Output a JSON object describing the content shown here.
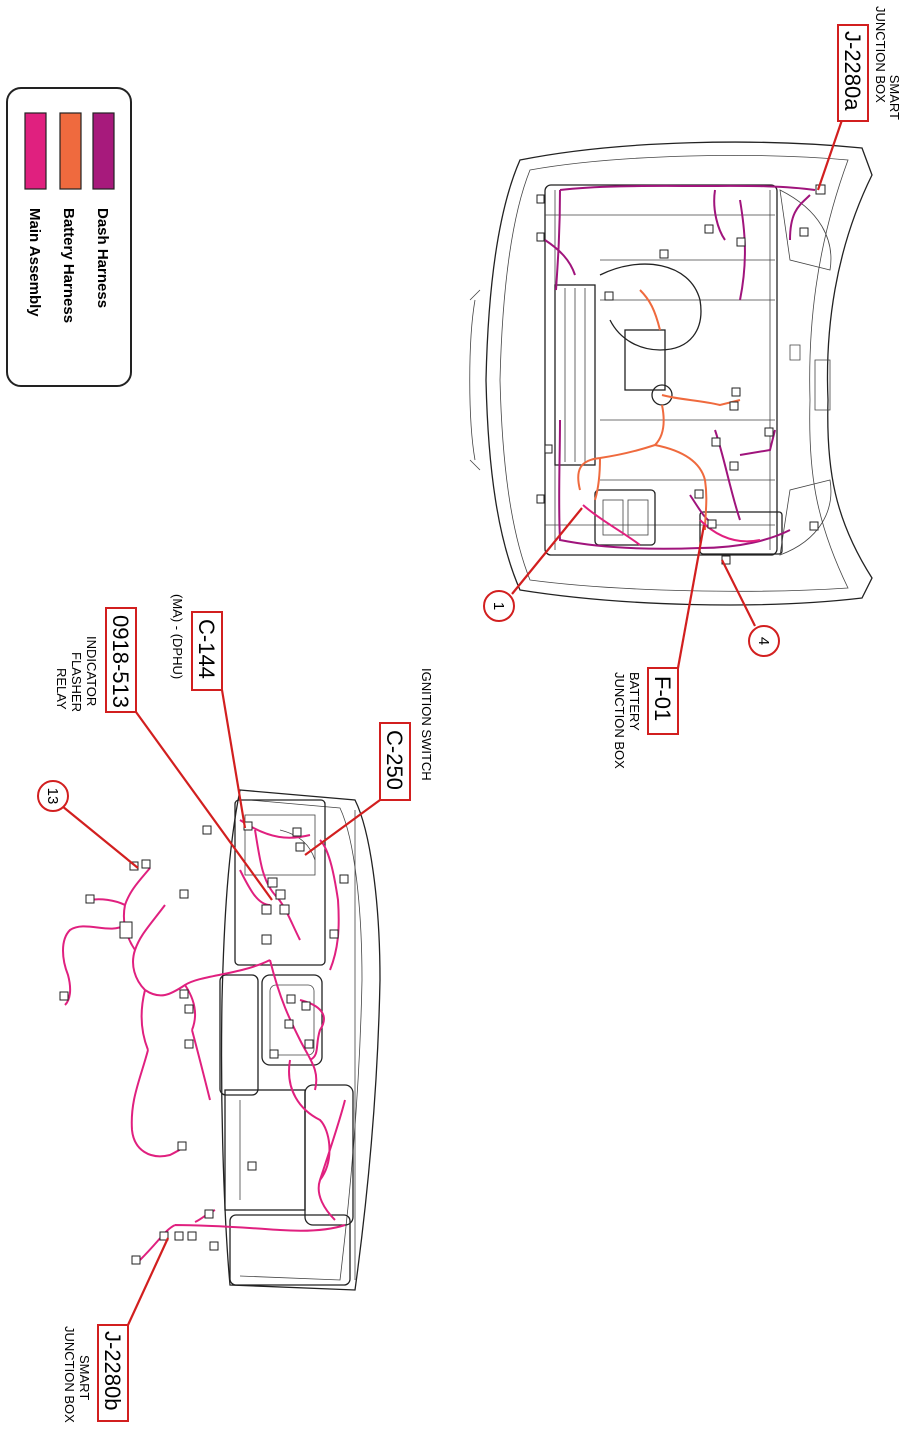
{
  "legend": {
    "items": [
      {
        "label": "Dash Harness",
        "color": "#a71a7c"
      },
      {
        "label": "Battery Harness",
        "color": "#ef6a3e"
      },
      {
        "label": "Main Assembly",
        "color": "#e0207f"
      }
    ]
  },
  "callouts": {
    "j2280a": {
      "code": "J-2280a",
      "desc1": "SMART",
      "desc2": "JUNCTION BOX"
    },
    "f01": {
      "code": "F-01",
      "desc1": "BATTERY",
      "desc2": "JUNCTION BOX"
    },
    "c250": {
      "code": "C-250",
      "desc1": "IGNITION SWITCH"
    },
    "c144": {
      "code": "C-144",
      "desc1": "(MA) - (DPHU)"
    },
    "relay": {
      "code": "0918-513",
      "desc1": "INDICATOR",
      "desc2": "FLASHER",
      "desc3": "RELAY"
    },
    "j2280b": {
      "code": "J-2280b",
      "desc1": "SMART",
      "desc2": "JUNCTION BOX"
    }
  },
  "markers": {
    "m1": "1",
    "m4": "4",
    "m13": "13"
  }
}
